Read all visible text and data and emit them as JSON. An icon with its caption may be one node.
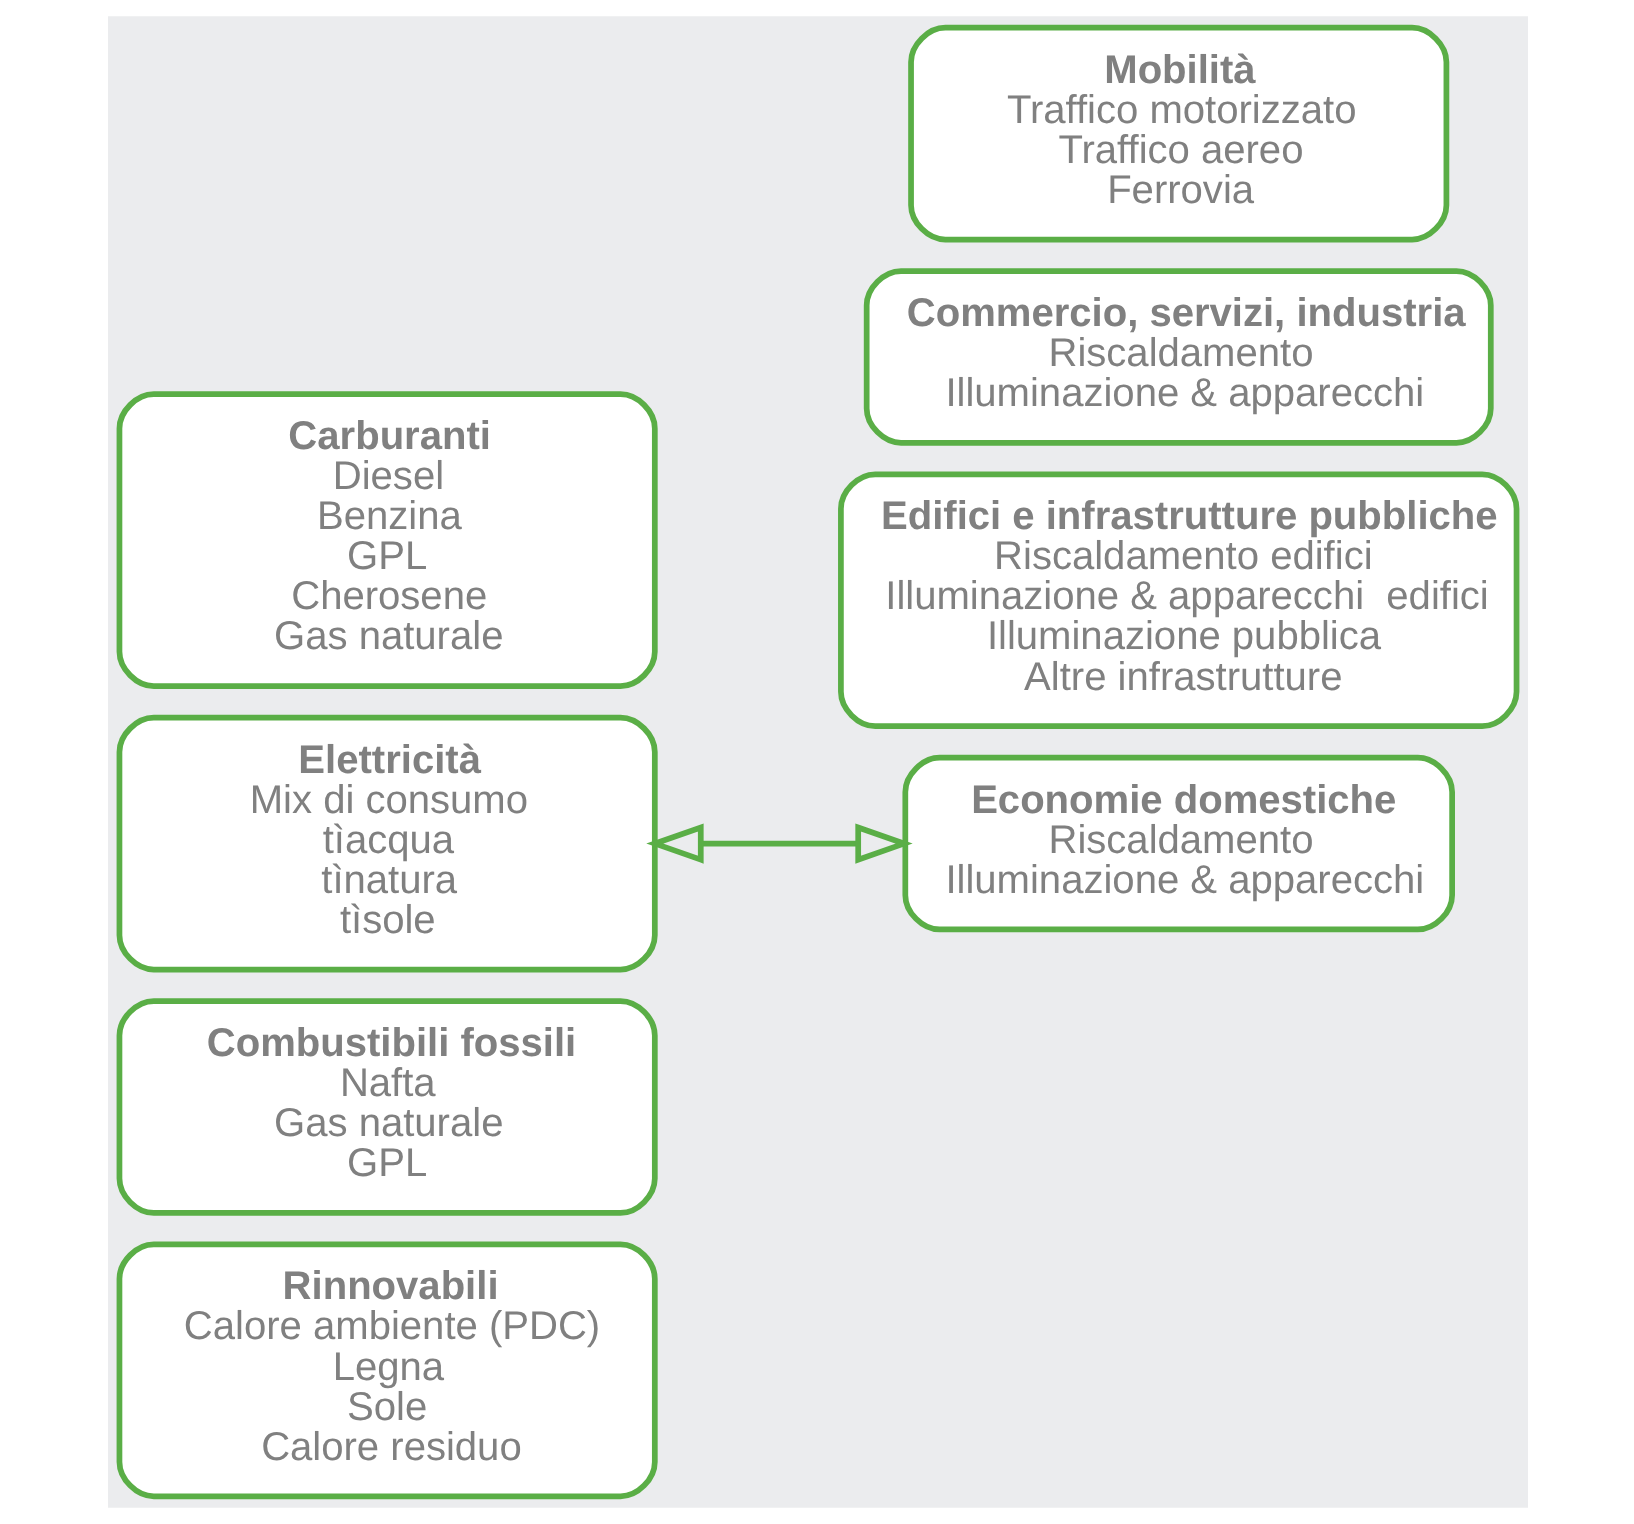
{
  "diagram": {
    "nodes": [
      {
        "text": [
          "Carburanti",
          "Diesel",
          "Benzina",
          "GPL",
          "Cherosene",
          "Gas naturale"
        ]
      },
      {
        "text": [
          "Elettricità",
          "Mix di consumo",
          "tìacqua",
          "tìnatura",
          "tìsole"
        ]
      },
      {
        "text": [
          "Combustibili fossili",
          "Nafta",
          "Gas naturale",
          "GPL"
        ]
      },
      {
        "text": [
          "Rinnovabili",
          "Calore ambiente (PDC)",
          "Legna",
          "Sole",
          "Calore residuo"
        ]
      },
      {
        "text": [
          "Mobilità",
          "Traffico motorizzato",
          "Traffico aereo",
          "Ferrovia"
        ]
      },
      {
        "text": [
          "Economie domestiche",
          "Riscaldamento",
          "Illuminazione & apparecchi"
        ]
      },
      {
        "text": [
          "Commercio, servizi, industria",
          "Riscaldamento",
          "Illuminazione & apparecchi"
        ]
      },
      {
        "text": [
          "Edifici e infrastrutture pubbliche",
          "Riscaldamento edifici",
          "Illuminazione & apparecchi  edifici",
          "Illuminazione pubblica",
          "Altre infrastrutture"
        ]
      }
    ],
    "edges": [
      {
        "from": 1,
        "to": 5,
        "arrow": "both"
      }
    ]
  }
}
